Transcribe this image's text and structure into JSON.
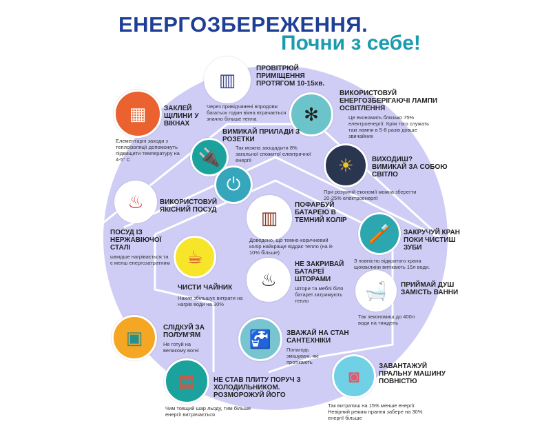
{
  "header": {
    "title": "ЕНЕРГОЗБЕРЕЖЕННЯ.",
    "subtitle": "Почни з себе!"
  },
  "colors": {
    "title": "#1f3f97",
    "subtitle": "#1a9bb0",
    "circle": "#cfcdf6",
    "teal": "#2ca7b0",
    "orange": "#e9622f"
  },
  "items": [
    {
      "icon": "open-window-icon",
      "title": "ПРОВІТРЮЙ ПРИМІЩЕННЯ ПРОТЯГОМ 10-15хв.",
      "desc": "Через привідчинені впродовж багатьох годин вікна втрачається значно більше тепла"
    },
    {
      "icon": "window-icon",
      "title": "ЗАКЛЕЙ ЩІЛИНИ У ВІКНАХ",
      "desc": "Елементарні заходи з теплоізоляції допоможуть підвищити температуру на 4-5° С"
    },
    {
      "icon": "chandelier-icon",
      "title": "ВИКОРИСТОВУЙ ЕНЕРГОЗБЕРІГАЮЧІ ЛАМПИ ОСВІТЛЕННЯ",
      "desc": "Це економить близько 75% електроенергії. Крім того служать такі лампи в 5-8 разів довше звичайних"
    },
    {
      "icon": "socket-plug-icon",
      "title": "ВИМИКАЙ ПРИЛАДИ З РОЗЕТКИ",
      "desc": "Так можна заощадити 8% загальної спожитої електричної енергії"
    },
    {
      "icon": "desk-lamp-icon",
      "title": "ВИХОДИШ? ВИМИКАЙ ЗА СОБОЮ СВІТЛО",
      "desc": "При розумній економії можна зберегти 20-25% електроенергії"
    },
    {
      "icon": "cooking-pot-icon",
      "title": "ВИКОРИСТОВУЙ ЯКІСНИЙ ПОСУД",
      "desc": ""
    },
    {
      "icon": "",
      "title": "ПОСУД ІЗ НЕРЖАВІЮЧОЇ СТАЛІ",
      "desc": "швидше нагрівається та є менш енергозатратним"
    },
    {
      "icon": "radiator-icon",
      "title": "ПОФАРБУЙ БАТАРЕЮ В ТЕМНИЙ КОЛІР",
      "desc": "Доведено, що темно-коричневий колір найкраще віддає тепло (на 8-10% більше)"
    },
    {
      "icon": "toothbrush-icon",
      "title": "ЗАКРУЧУЙ КРАН ПОКИ ЧИСТИШ ЗУБИ",
      "desc": "З повністю відкритого крана щохвилини витікають 15л води."
    },
    {
      "icon": "kettle-icon",
      "title": "ЧИСТИ ЧАЙНИК",
      "desc": "Накип збільшує витрати на нагрів води на 30%"
    },
    {
      "icon": "heating-radiator-icon",
      "title": "НЕ ЗАКРИВАЙ БАТАРЕЇ ШТОРАМИ",
      "desc": "Штори та меблі біля батареї затримують тепло"
    },
    {
      "icon": "shower-icon",
      "title": "ПРИЙМАЙ ДУШ ЗАМІСТЬ ВАННИ",
      "desc": "Так зекономиш до 400л води на тиждень"
    },
    {
      "icon": "oven-icon",
      "title": "СЛІДКУЙ ЗА ПОЛУМ'ЯМ",
      "desc": "Не готуй на великому вогні"
    },
    {
      "icon": "faucet-icon",
      "title": "ЗВАЖАЙ НА СТАН САНТЕХНІКИ",
      "desc": "Полагодь змішувачі, які протікають"
    },
    {
      "icon": "fridge-icon",
      "title": "НЕ СТАВ ПЛИТУ ПОРУЧ З ХОЛОДИЛЬНИКОМ. РОЗМОРОЖУЙ ЙОГО",
      "desc": "Чим товщий шар льоду, тим більше енергії витрачається"
    },
    {
      "icon": "washing-machine-icon",
      "title": "ЗАВАНТАЖУЙ ПРАЛЬНУ МАШИНУ ПОВНІСТЮ",
      "desc": "Так витратиш на 15% менше енергії. Невірний режим прання забере на 30% енергії більше"
    }
  ]
}
